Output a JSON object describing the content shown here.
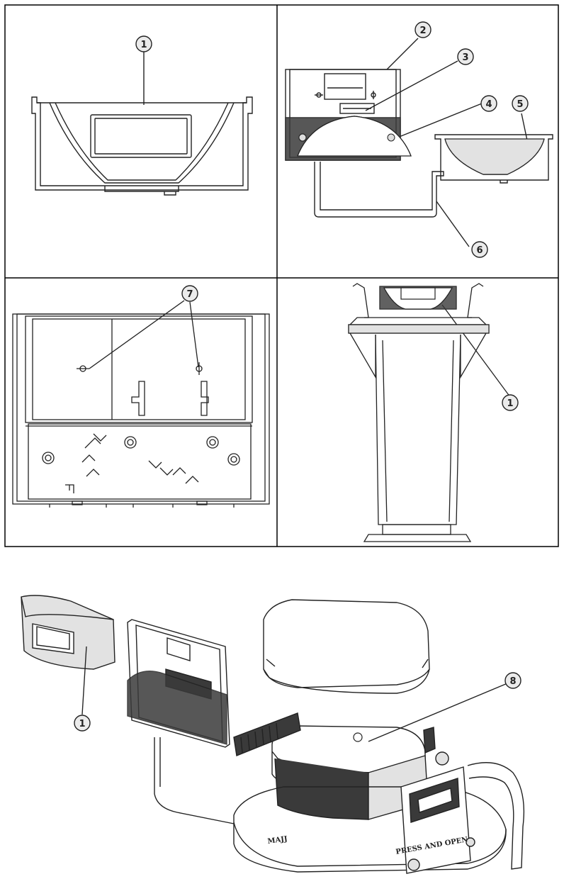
{
  "figure": {
    "callouts": {
      "c1": "1",
      "c2": "2",
      "c3": "3",
      "c4": "4",
      "c5": "5",
      "c6": "6",
      "c7": "7",
      "c8": "8"
    },
    "engravings": {
      "press_and_open": "PRESS AND OPEN",
      "brand": "MAJJ"
    },
    "colors": {
      "line": "#222222",
      "panel_border": "#000000",
      "callout_fill": "#ebebeb",
      "shade_light": "#e2e2e2",
      "shade_dark": "#3a3a3a"
    },
    "panels": [
      "panel-front-view-cover",
      "panel-side-view-parts",
      "panel-back-plate-view",
      "panel-side-view-assembled",
      "panel-isometric-exploded-view"
    ]
  }
}
